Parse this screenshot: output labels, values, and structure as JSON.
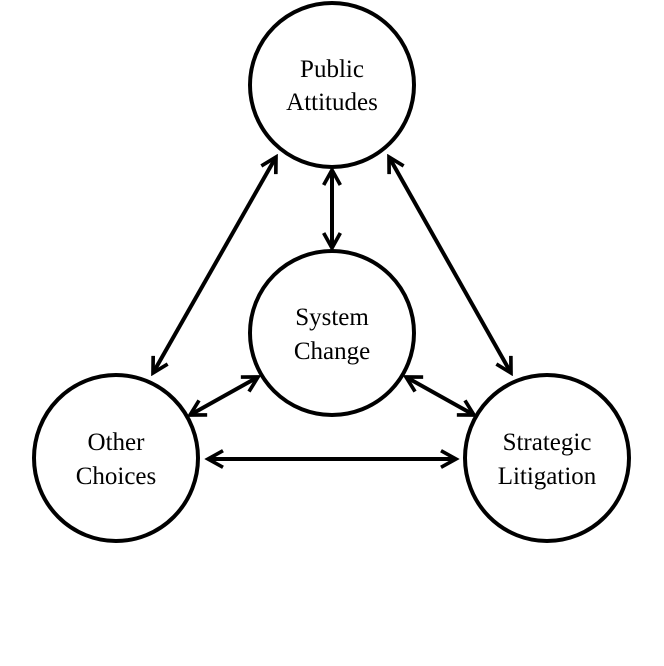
{
  "diagram": {
    "type": "cycle-network",
    "nodes": [
      {
        "id": "public-attitudes",
        "lines": [
          "Public",
          "Attitudes"
        ]
      },
      {
        "id": "system-change",
        "lines": [
          "System",
          "Change"
        ]
      },
      {
        "id": "other-choices",
        "lines": [
          "Other",
          "Choices"
        ]
      },
      {
        "id": "strategic-litigation",
        "lines": [
          "Strategic",
          "Litigation"
        ]
      }
    ],
    "edges": [
      {
        "from": "public-attitudes",
        "to": "system-change",
        "direction": "bidirectional"
      },
      {
        "from": "public-attitudes",
        "to": "other-choices",
        "direction": "bidirectional"
      },
      {
        "from": "public-attitudes",
        "to": "strategic-litigation",
        "direction": "bidirectional"
      },
      {
        "from": "system-change",
        "to": "other-choices",
        "direction": "bidirectional"
      },
      {
        "from": "system-change",
        "to": "strategic-litigation",
        "direction": "bidirectional"
      },
      {
        "from": "other-choices",
        "to": "strategic-litigation",
        "direction": "bidirectional"
      }
    ],
    "colors": {
      "stroke": "#000000",
      "fill": "#ffffff"
    }
  }
}
